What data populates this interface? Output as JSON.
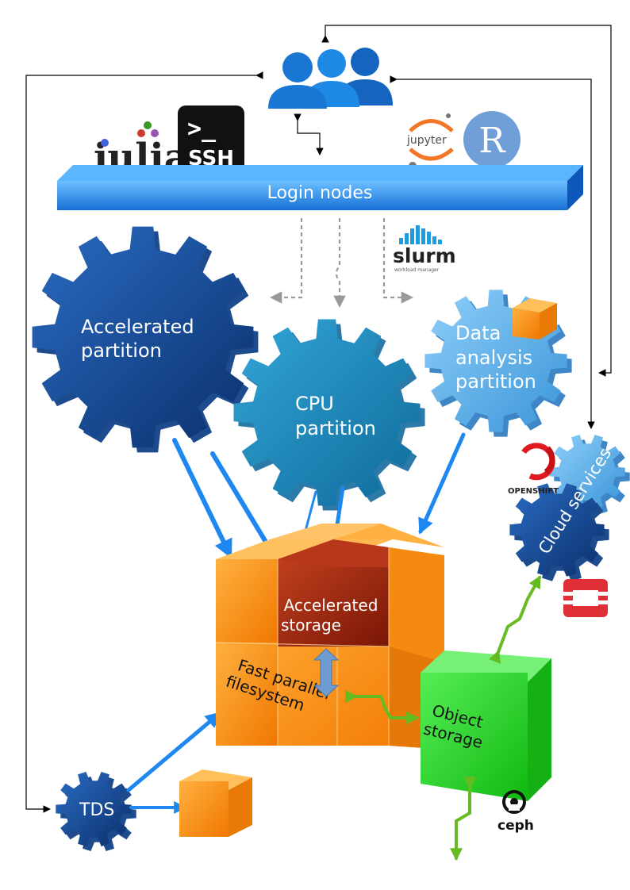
{
  "nodes": {
    "login_nodes": "Login nodes",
    "accelerated_partition": [
      "Accelerated",
      "partition"
    ],
    "cpu_partition": [
      "CPU",
      "partition"
    ],
    "data_analysis_partition": [
      "Data",
      "analysis",
      "partition"
    ],
    "accelerated_storage": [
      "Accelerated",
      "storage"
    ],
    "fast_parallel_filesystem": [
      "Fast parallel",
      "filesystem"
    ],
    "object_storage": [
      "Object",
      "storage"
    ],
    "cloud_services": "Cloud services",
    "tds": "TDS"
  },
  "logos": {
    "julia": "julia",
    "ssh_prompt": ">_",
    "ssh": "SSH",
    "jupyter": "jupyter",
    "r": "R",
    "slurm": "slurm",
    "slurm_tagline": "workload manager",
    "openshift": "OPENSHIFT",
    "ceph": "ceph"
  },
  "colors": {
    "dark_blue": "#0d3f86",
    "mid_blue": "#1683bd",
    "light_blue": "#5fb4ec",
    "login_bar": "#2a8ff0",
    "orange": "#ff9a1a",
    "dark_red": "#9a2310",
    "green": "#33dd33",
    "arrow_blue": "#1e88f0",
    "arrow_green": "#66bb22"
  }
}
